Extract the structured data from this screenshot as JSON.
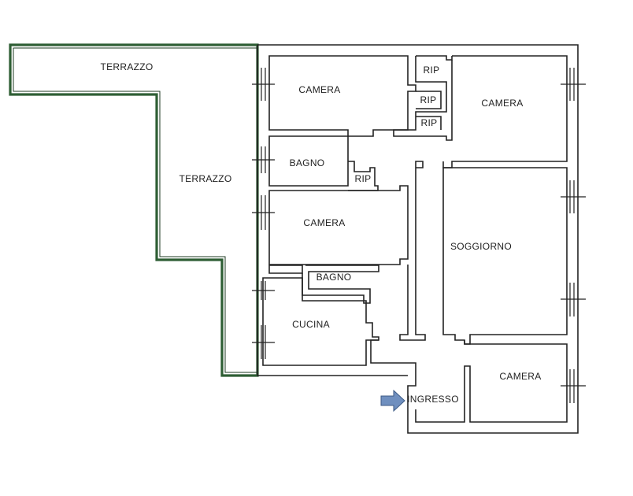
{
  "plan": {
    "rooms": {
      "terrazzo_top": "TERRAZZO",
      "terrazzo_side": "TERRAZZO",
      "camera_1": "CAMERA",
      "rip_1": "RIP",
      "rip_2": "RIP",
      "rip_3": "RIP",
      "camera_2": "CAMERA",
      "bagno_1": "BAGNO",
      "rip_4": "RIP",
      "camera_3": "CAMERA",
      "soggiorno": "SOGGIORNO",
      "bagno_2": "BAGNO",
      "cucina": "CUCINA",
      "camera_4": "CAMERA",
      "ingresso": "INGRESSO"
    },
    "colors": {
      "terrace_outline": "#2e5e34",
      "wall": "#222222",
      "entry_arrow": "#6f8fbf"
    },
    "icons": {
      "entry": "entry-arrow-icon",
      "window": "window-icon"
    }
  }
}
